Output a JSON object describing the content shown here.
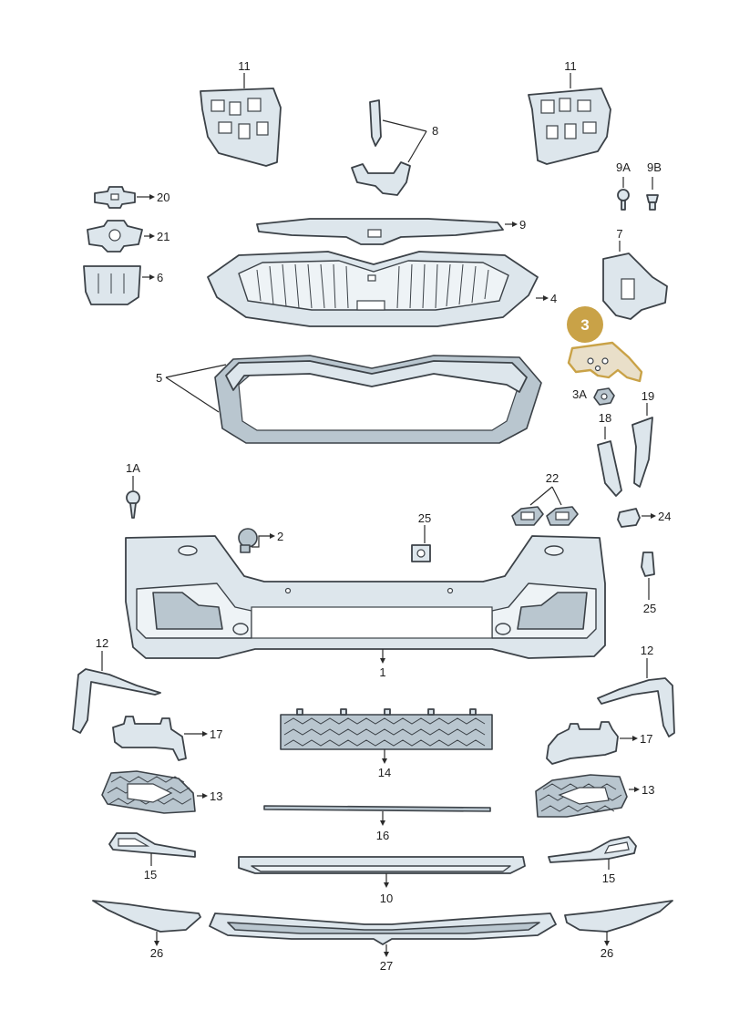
{
  "labels": {
    "p1": "1",
    "p1a": "1A",
    "p2": "2",
    "p3": "3",
    "p3a": "3A",
    "p4": "4",
    "p5": "5",
    "p6": "6",
    "p7": "7",
    "p8": "8",
    "p9": "9",
    "p9a": "9A",
    "p9b": "9B",
    "p10": "10",
    "p11l": "11",
    "p11r": "11",
    "p12l": "12",
    "p12r": "12",
    "p13l": "13",
    "p13r": "13",
    "p14": "14",
    "p15l": "15",
    "p15r": "15",
    "p16": "16",
    "p17l": "17",
    "p17r": "17",
    "p18": "18",
    "p19": "19",
    "p20": "20",
    "p21": "21",
    "p22": "22",
    "p24": "24",
    "p25a": "25",
    "p25b": "25",
    "p26l": "26",
    "p26r": "26",
    "p27": "27"
  },
  "highlight": {
    "part": "3",
    "color": "#c9a247"
  }
}
